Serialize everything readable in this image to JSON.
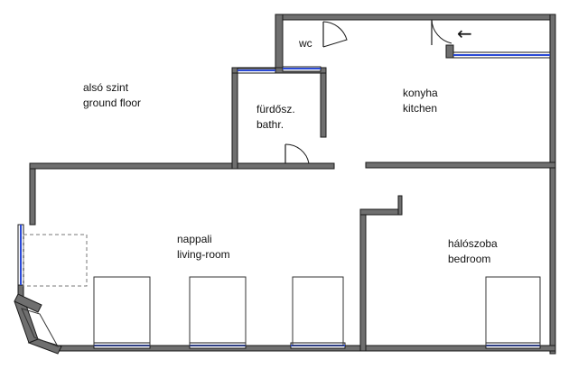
{
  "floor_label": {
    "line1": "alsó szint",
    "line2": "ground floor"
  },
  "rooms": [
    {
      "id": "wc",
      "lines": [
        "wc"
      ]
    },
    {
      "id": "bathroom",
      "lines": [
        "fürdősz.",
        "bathr."
      ]
    },
    {
      "id": "kitchen",
      "lines": [
        "konyha",
        "kitchen"
      ]
    },
    {
      "id": "living-room",
      "lines": [
        "nappali",
        "living-room"
      ]
    },
    {
      "id": "bedroom",
      "lines": [
        "hálószoba",
        "bedroom"
      ]
    }
  ],
  "entrance_arrow": "←",
  "colors": {
    "wall": "#6f6f6f",
    "wall_outline": "#1a1a1a",
    "window": "#2a49d6",
    "background": "#ffffff"
  }
}
